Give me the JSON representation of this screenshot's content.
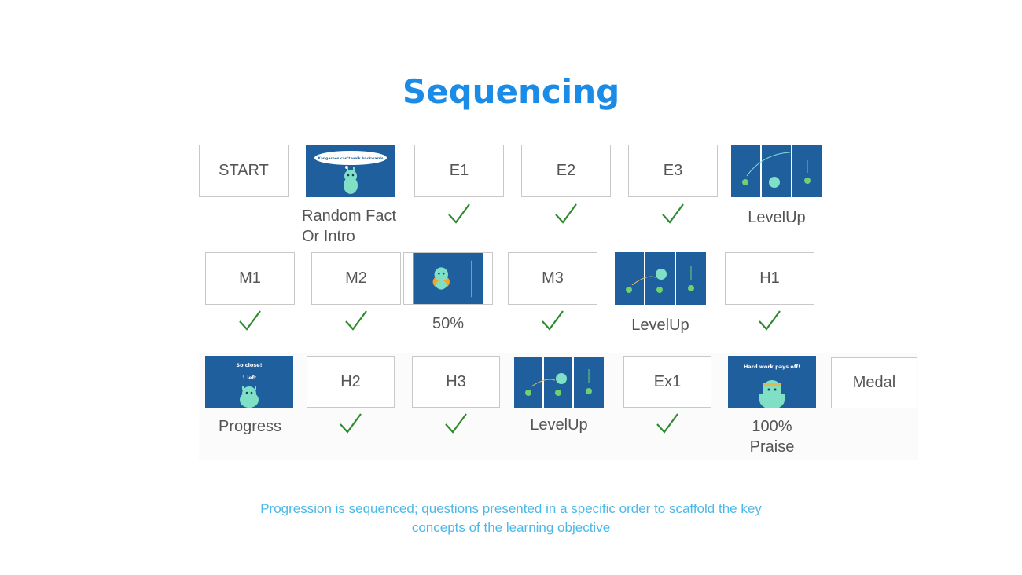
{
  "title": "Sequencing",
  "row1": {
    "start": "START",
    "fact_thumb_text": "Kangaroos can't walk backwards",
    "fact_label_line1": "Random Fact",
    "fact_label_line2": "Or Intro",
    "e1": "E1",
    "e2": "E2",
    "e3": "E3",
    "levelup": "LevelUp"
  },
  "row2": {
    "m1": "M1",
    "m2": "M2",
    "half": "50%",
    "m3": "M3",
    "levelup": "LevelUp",
    "h1": "H1"
  },
  "row3": {
    "progress_thumb_line1": "So close!",
    "progress_thumb_line2": "1 left",
    "progress": "Progress",
    "h2": "H2",
    "h3": "H3",
    "levelup": "LevelUp",
    "ex1": "Ex1",
    "praise_thumb_text": "Hard work pays off!",
    "praise_line1": "100%",
    "praise_line2": "Praise",
    "medal": "Medal"
  },
  "caption_line1": "Progression is sequenced; questions presented in a specific order to scaffold the key",
  "caption_line2": "concepts of the learning objective",
  "colors": {
    "title": "#1a8be6",
    "caption": "#4cb8e8",
    "check": "#2e8b2e",
    "thumb_bg": "#1f5f9e",
    "mascot": "#7fe0c6"
  }
}
